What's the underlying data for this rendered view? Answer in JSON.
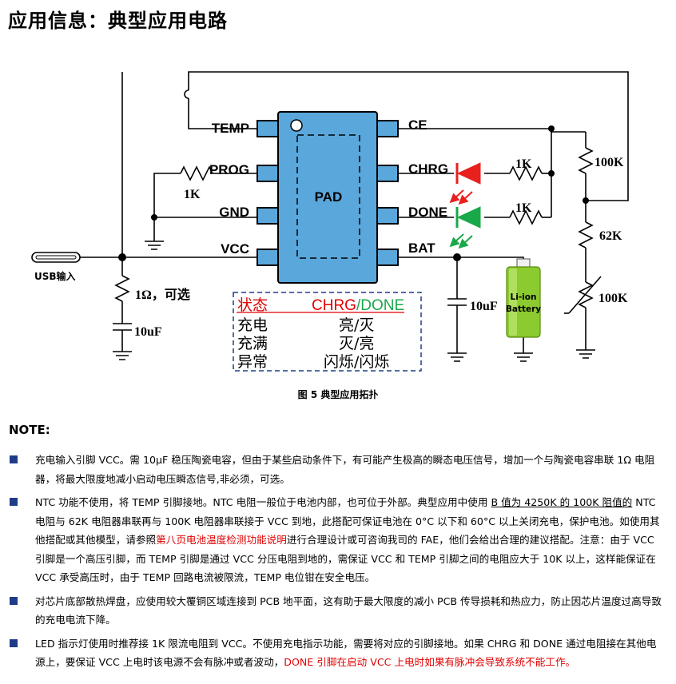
{
  "title": "应用信息：典型应用电路",
  "schematic": {
    "pins_left": [
      "TEMP",
      "PROG",
      "GND",
      "VCC"
    ],
    "pins_right": [
      "CE",
      "CHRG",
      "DONE",
      "BAT"
    ],
    "pad_label": "PAD",
    "usb_label": "USB输入",
    "r_prog": "1K",
    "r_chrg": "1K",
    "r_done": "1K",
    "r_input": "1Ω，可选",
    "c_input": "10uF",
    "c_bat": "10uF",
    "r_top": "100K",
    "r_mid": "62K",
    "ntc": "100K",
    "battery_line1": "Li-ion",
    "battery_line2": "Battery",
    "led_colors": {
      "chrg": "#e8211f",
      "done": "#19a84a"
    }
  },
  "status_table": {
    "header_state": "状态",
    "header_chrg": "CHRG",
    "header_sep": "/",
    "header_done": "DONE",
    "rows": [
      {
        "state": "充电",
        "value": "亮/灭"
      },
      {
        "state": "充满",
        "value": "灭/亮"
      },
      {
        "state": "异常",
        "value": "闪烁/闪烁"
      }
    ]
  },
  "caption": "图 5   典型应用拓扑",
  "note_heading": "NOTE:",
  "notes": [
    {
      "a": "充电输入引脚 VCC。需 10μF 稳压陶瓷电容，但由于某些启动条件下，有可能产生极高的瞬态电压信号，增加一个与陶瓷电容串联 1Ω 电阻器，将最大限度地减小启动电压瞬态信号,非必须，可选。"
    },
    {
      "a": "NTC 功能不使用，将 TEMP 引脚接地。NTC 电阻一般位于电池内部，也可位于外部。典型应用中使用 ",
      "u": "B 值为 4250K 的 100K 阻值的",
      "b": " NTC 电阻与 62K 电阻器串联再与 100K 电阻器串联接于 VCC 到地，此搭配可保证电池在 0°C 以下和 60°C 以上关闭充电，保护电池。如使用其他搭配或其他模型，请参照",
      "r": "第八页电池温度检测功能说明",
      "c": "进行合理设计或可咨询我司的 FAE，他们会给出合理的建议搭配。注意：由于 VCC 引脚是一个高压引脚，而 TEMP 引脚是通过 VCC 分压电阻到地的，需保证 VCC 和 TEMP 引脚之间的电阻应大于 10K 以上，这样能保证在 VCC 承受高压时，由于 TEMP 回路电流被限流，TEMP 电位钳在安全电压。"
    },
    {
      "a": "对芯片底部散热焊盘，应使用较大覆铜区域连接到 PCB 地平面，这有助于最大限度的减小 PCB 传导损耗和热应力，防止因芯片温度过高导致的充电电流下降。"
    },
    {
      "a": "LED 指示灯使用时推荐接 1K 限流电阻到 VCC。不使用充电指示功能，需要将对应的引脚接地。如果 CHRG 和 DONE 通过电阻接在其他电源上，要保证 VCC 上电时该电源不会有脉冲或者波动，",
      "r": "DONE 引脚在启动 VCC 上电时如果有脉冲会导致系统不能工作。"
    }
  ]
}
